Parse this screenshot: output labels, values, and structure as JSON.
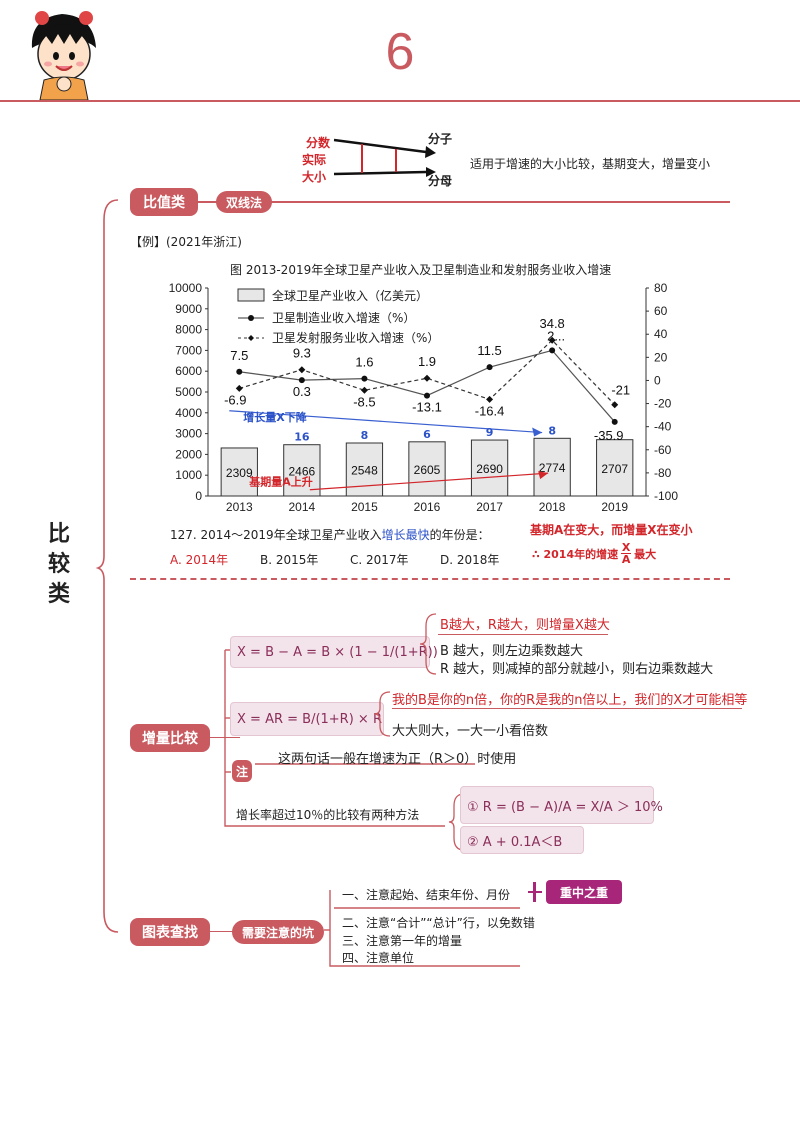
{
  "page_number": "6",
  "top_diagram": {
    "left_labels": [
      "分数",
      "实际",
      "大小"
    ],
    "right_top": "分子",
    "right_bottom": "分母",
    "note": "适用于增速的大小比较，基期变大，增量变小"
  },
  "side_title": [
    "比",
    "较",
    "类"
  ],
  "section1": {
    "label": "比值类",
    "method": "双线法",
    "example_tag": "【例】(2021年浙江)",
    "chart_title": "图 2013-2019年全球卫星产业收入及卫星制造业和发射服务业收入增速",
    "question": "127. 2014～2019年全球卫星产业收入",
    "question_highlight": "增长最快",
    "question_tail": "的年份是：",
    "options": [
      "A. 2014年",
      "B. 2015年",
      "C. 2017年",
      "D. 2018年"
    ],
    "note_line1": "基期A在变大，而增量X在变小",
    "note_line2_prefix": "∴ 2014年的增速",
    "note_frac_top": "X",
    "note_frac_bottom": "A",
    "note_line2_suffix": "最大",
    "annot_increase": "增长量X下降",
    "annot_base": "基期量A上升",
    "increments": [
      "16",
      "8",
      "6",
      "9",
      "8"
    ]
  },
  "chart_data": {
    "type": "bar",
    "title": "图 2013-2019年全球卫星产业收入及卫星制造业和发射服务业收入增速",
    "categories": [
      "2013",
      "2014",
      "2015",
      "2016",
      "2017",
      "2018",
      "2019"
    ],
    "series": [
      {
        "name": "全球卫星产业收入（亿美元）",
        "type": "bar",
        "axis": "left",
        "values": [
          2309,
          2466,
          2548,
          2605,
          2690,
          2774,
          2707
        ]
      },
      {
        "name": "卫星制造业收入增速（%）",
        "type": "line",
        "axis": "right",
        "values": [
          7.5,
          0.3,
          1.6,
          -13.1,
          11.5,
          26,
          -35.9
        ],
        "labels": [
          "7.5",
          "0.3",
          "1.6",
          "-13.1",
          "11.5",
          "2...",
          "-35.9"
        ]
      },
      {
        "name": "卫星发射服务业收入增速（%）",
        "type": "line-dashed",
        "axis": "right",
        "values": [
          -6.9,
          9.3,
          -8.5,
          1.9,
          -16.4,
          34.8,
          -21
        ],
        "labels": [
          "-6.9",
          "9.3",
          "-8.5",
          "1.9",
          "-16.4",
          "34.8",
          "-21"
        ]
      }
    ],
    "y_left": {
      "min": 0,
      "max": 10000,
      "ticks": [
        "0",
        "1000",
        "2000",
        "3000",
        "4000",
        "5000",
        "6000",
        "7000",
        "8000",
        "9000",
        "10000"
      ]
    },
    "y_right": {
      "min": -100,
      "max": 80,
      "ticks": [
        "80",
        "60",
        "40",
        "20",
        "0",
        "-20",
        "-40",
        "-60",
        "-80",
        "-100"
      ]
    },
    "legend_position": "top"
  },
  "section2": {
    "label": "增量比较",
    "f1": "X = B − A =  B × (1 − 1/(1+R))",
    "f1_a": "B越大，R越大，则增量X越大",
    "f1_b": "B 越大，则左边乘数越大",
    "f1_c": "R 越大，则减掉的部分就越小，则右边乘数越大",
    "f2": "X = AR =  B/(1+R) × R",
    "f2_a": "我的B是你的n倍，你的R是我的n倍以上，我们的X才可能相等",
    "f2_b": "大大则大，一大一小看倍数",
    "note_tag": "注",
    "note_text": "这两句话一般在增速为正（R＞0）时使用",
    "growth_text": "增长率超过10％的比较有两种方法",
    "method1": "①  R = (B − A)/A = X/A ＞ 10%",
    "method2": "②  A + 0.1A＜B"
  },
  "section3": {
    "label": "图表查找",
    "pit": "需要注意的坑",
    "items": [
      "一、注意起始、结束年份、月份",
      "二、注意“合计”“总计”行，以免数错",
      "三、注意第一年的增量",
      "四、注意单位"
    ],
    "emphasis": "重中之重"
  },
  "colors": {
    "accent": "#c85a60",
    "red": "#d2262b",
    "blue": "#2b52c8"
  }
}
